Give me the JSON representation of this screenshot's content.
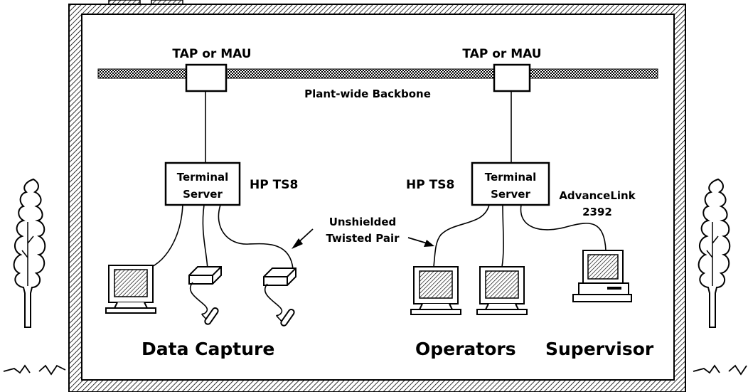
{
  "diagram": {
    "tap_left": "TAP or MAU",
    "tap_right": "TAP or MAU",
    "backbone": "Plant-wide Backbone",
    "ts_left": {
      "line1": "Terminal",
      "line2": "Server"
    },
    "ts_right": {
      "line1": "Terminal",
      "line2": "Server"
    },
    "hp_left": "HP TS8",
    "hp_right": "HP TS8",
    "utp": {
      "line1": "Unshielded",
      "line2": "Twisted Pair"
    },
    "advancelink": {
      "line1": "AdvanceLink",
      "line2": "2392"
    },
    "group_data_capture": "Data Capture",
    "group_operators": "Operators",
    "group_supervisor": "Supervisor"
  }
}
